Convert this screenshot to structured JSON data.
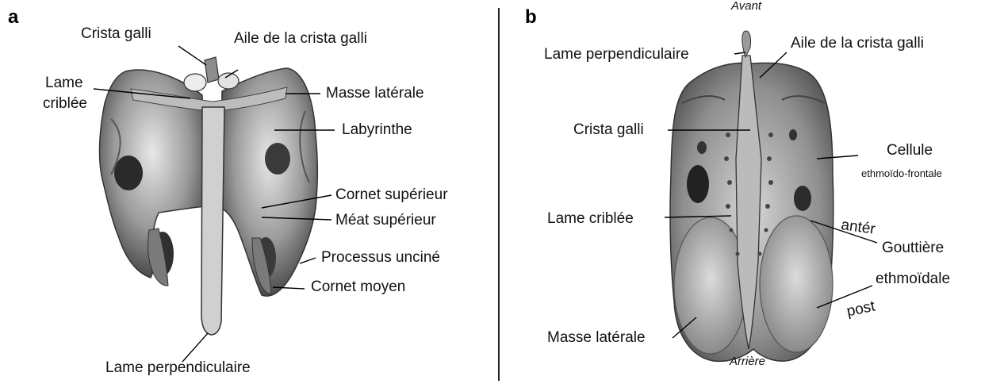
{
  "panel_a": {
    "letter": "a",
    "labels": {
      "crista_galli": "Crista galli",
      "aile_crista": "Aile de la crista galli",
      "lame_criblee_1": "Lame",
      "lame_criblee_2": "criblée",
      "masse_laterale": "Masse latérale",
      "labyrinthe": "Labyrinthe",
      "cornet_superieur": "Cornet supérieur",
      "meat_superieur": "Méat supérieur",
      "processus_uncine": "Processus unciné",
      "cornet_moyen": "Cornet moyen",
      "lame_perpendiculaire": "Lame perpendiculaire"
    }
  },
  "panel_b": {
    "letter": "b",
    "labels": {
      "avant": "Avant",
      "lame_perpendiculaire": "Lame perpendiculaire",
      "aile_crista": "Aile de la crista galli",
      "crista_galli": "Crista galli",
      "cellule": "Cellule",
      "ethmoido_frontale": "ethmoïdo-frontale",
      "lame_criblee": "Lame criblée",
      "anter": "antér",
      "gouttiere": "Gouttière",
      "ethmoidale": "ethmoïdale",
      "post": "post",
      "masse_laterale": "Masse latérale",
      "arriere": "Arrière"
    }
  }
}
